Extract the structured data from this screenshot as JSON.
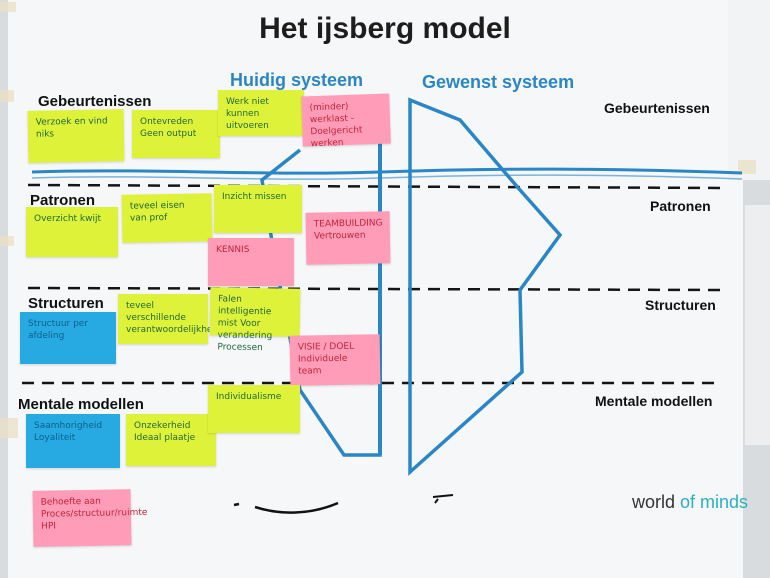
{
  "title": "Het ijsberg model",
  "headers": {
    "current": "Huidig systeem",
    "desired": "Gewenst systeem"
  },
  "levels_left": [
    "Gebeurtenissen",
    "Patronen",
    "Structuren",
    "Mentale modellen"
  ],
  "levels_right": [
    "Gebeurtenissen",
    "Patronen",
    "Structuren",
    "Mentale modellen"
  ],
  "notes": {
    "n1": "Verzoek en vind niks",
    "n2": "Ontevreden Geen output",
    "n3": "Werk niet kunnen uitvoeren",
    "n4": "(minder) werklast - Doelgericht werken",
    "n5": "Overzicht kwijt",
    "n6": "teveel eisen van prof",
    "n7": "Inzicht missen",
    "n8": "KENNIS",
    "n9": "TEAMBUILDING Vertrouwen",
    "n10": "Structuur per afdeling",
    "n11": "teveel verschillende verantwoordelijkheden",
    "n12": "Falen intelligentie mist Voor verandering Processen",
    "n13": "VISIE / DOEL Individuele team",
    "n14": "Saamhorigheid Loyaliteit",
    "n15": "Onzekerheid Ideaal plaatje",
    "n16": "Individualisme",
    "n17": "Behoefte aan Proces/structuur/ruimte HPI"
  },
  "brand": {
    "part1": "world ",
    "part2": "of minds"
  },
  "colors": {
    "sea": "#2a86c6",
    "iceberg": "#2a86c6",
    "yellow_note": "#dff23a",
    "pink_note": "#ff9db8",
    "blue_note": "#27a9e1"
  }
}
